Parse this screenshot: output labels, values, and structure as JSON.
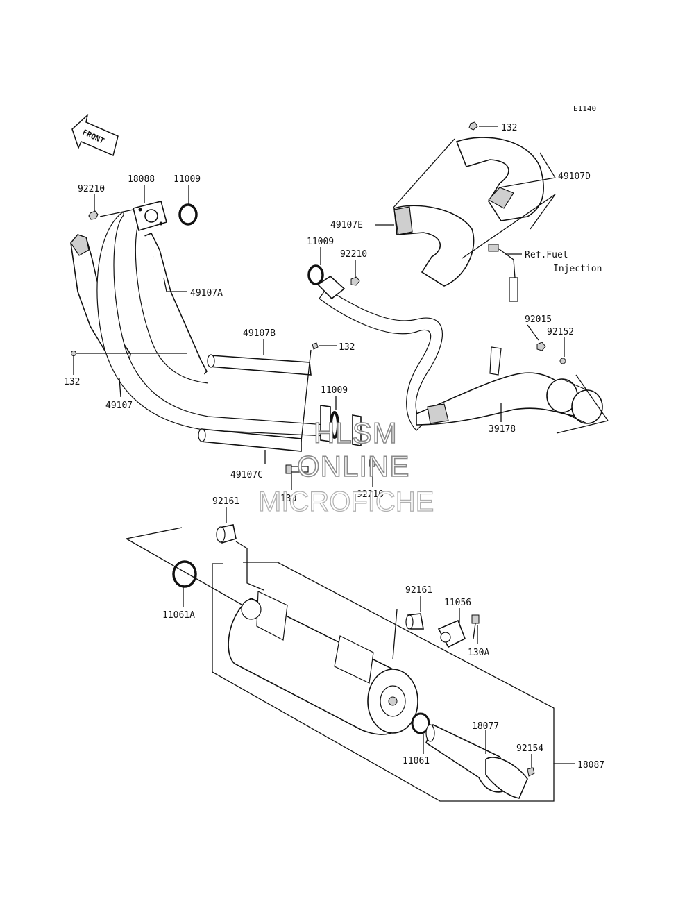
{
  "diagram_code": "E1140",
  "front_arrow_text": "FRONT",
  "reference_note": [
    "Ref.Fuel",
    "Injection"
  ],
  "watermark": [
    "HLSM",
    "ONLINE",
    "MICROFICHE"
  ],
  "parts": {
    "p_92210_a": "92210",
    "p_18088": "18088",
    "p_11009_a": "11009",
    "p_49107A": "49107A",
    "p_132_a": "132",
    "p_49107": "49107",
    "p_49107B": "49107B",
    "p_132_b": "132",
    "p_11009_b": "11009",
    "p_49107C": "49107C",
    "p_130": "130",
    "p_92210_b": "92210",
    "p_132_c": "132",
    "p_49107D": "49107D",
    "p_49107E": "49107E",
    "p_11009_c": "11009",
    "p_92210_c": "92210",
    "p_92015": "92015",
    "p_92152": "92152",
    "p_39178": "39178",
    "p_92161_a": "92161",
    "p_11061A": "11061A",
    "p_92161_b": "92161",
    "p_11056": "11056",
    "p_130A": "130A",
    "p_11061": "11061",
    "p_18077": "18077",
    "p_92154": "92154",
    "p_18087": "18087"
  }
}
